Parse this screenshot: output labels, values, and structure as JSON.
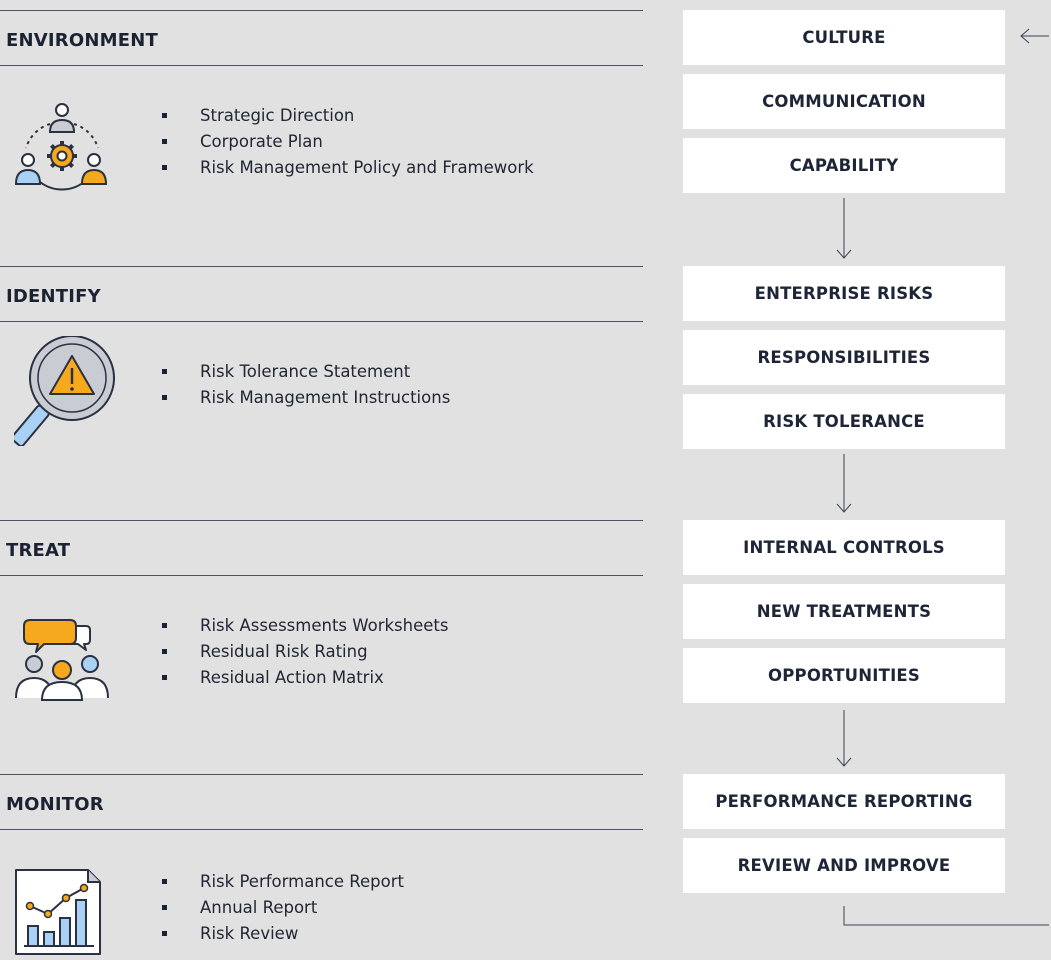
{
  "sections": [
    {
      "title": "ENVIRONMENT",
      "icon": "people-gear-icon",
      "items": [
        "Strategic Direction",
        "Corporate Plan",
        "Risk Management Policy and Framework"
      ]
    },
    {
      "title": "IDENTIFY",
      "icon": "magnifier-warning-icon",
      "items": [
        "Risk Tolerance Statement",
        "Risk Management Instructions"
      ]
    },
    {
      "title": "TREAT",
      "icon": "team-chat-icon",
      "items": [
        "Risk Assessments Worksheets",
        "Residual Risk Rating",
        "Residual Action Matrix"
      ]
    },
    {
      "title": "MONITOR",
      "icon": "report-chart-icon",
      "items": [
        "Risk Performance Report",
        "Annual Report",
        "Risk Review"
      ]
    }
  ],
  "flow": {
    "groups": [
      [
        "CULTURE",
        "COMMUNICATION",
        "CAPABILITY"
      ],
      [
        "ENTERPRISE RISKS",
        "RESPONSIBILITIES",
        "RISK TOLERANCE"
      ],
      [
        "INTERNAL CONTROLS",
        "NEW TREATMENTS",
        "OPPORTUNITIES"
      ],
      [
        "PERFORMANCE REPORTING",
        "REVIEW AND IMPROVE"
      ]
    ]
  },
  "colors": {
    "background": "#e1e1e2",
    "box": "#ffffff",
    "text": "#1b2333",
    "accent_blue": "#a9d0f5",
    "accent_orange": "#f7a91d",
    "accent_grey": "#c9ccd3"
  }
}
